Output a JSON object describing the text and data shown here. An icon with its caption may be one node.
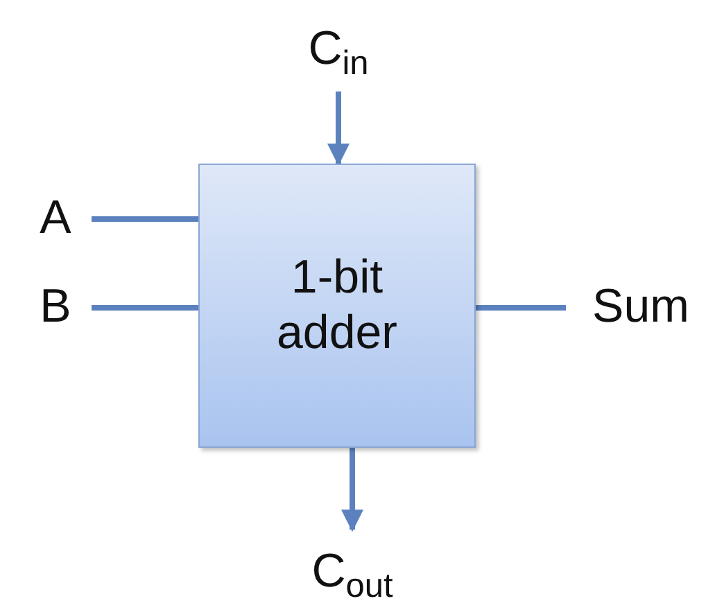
{
  "diagram": {
    "nodes": [
      {
        "text": [
          "1-bit adder"
        ]
      },
      {
        "text": [
          "C$_{in}$"
        ]
      },
      {
        "text": [
          "A"
        ]
      },
      {
        "text": [
          "B"
        ]
      },
      {
        "text": [
          "Sum"
        ]
      },
      {
        "text": [
          "C$_{out}$"
        ]
      }
    ],
    "edges": [
      {
        "from": 1,
        "to": 0,
        "arrow": "to"
      },
      {
        "from": 2,
        "to": 0,
        "arrow": "none"
      },
      {
        "from": 3,
        "to": 0,
        "arrow": "none"
      },
      {
        "from": 0,
        "to": 4,
        "arrow": "none"
      },
      {
        "from": 0,
        "to": 5,
        "arrow": "to"
      }
    ]
  }
}
